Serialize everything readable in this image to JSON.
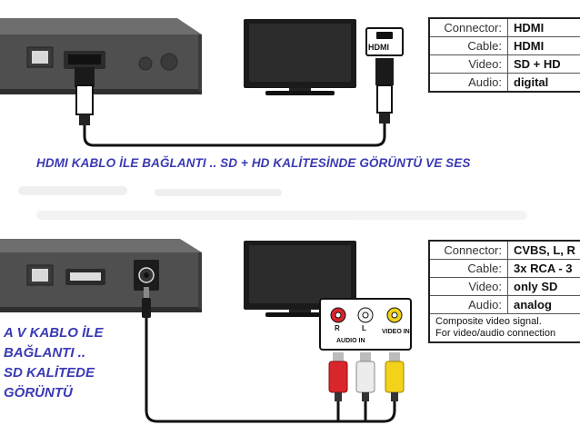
{
  "captions": {
    "hdmi": "HDMI KABLO İLE BAĞLANTI  .. SD + HD KALİTESİNDE GÖRÜNTÜ VE SES",
    "av_lines": [
      "A V  KABLO İLE",
      "BAĞLANTI ..",
      "SD  KALİTEDE",
      "GÖRÜNTÜ"
    ]
  },
  "hdmi_spec": {
    "rows": [
      {
        "key": "Connector:",
        "value": "HDMI"
      },
      {
        "key": "Cable:",
        "value": "HDMI"
      },
      {
        "key": "Video:",
        "value": "SD + HD"
      },
      {
        "key": "Audio:",
        "value": "digital"
      }
    ]
  },
  "av_spec": {
    "rows": [
      {
        "key": "Connector:",
        "value": "CVBS, L, R"
      },
      {
        "key": "Cable:",
        "value": "3x RCA - 3"
      },
      {
        "key": "Video:",
        "value": "only SD"
      },
      {
        "key": "Audio:",
        "value": "analog"
      }
    ],
    "notes": [
      "Composite video signal.",
      "For video/audio connection"
    ]
  },
  "tv_port_label": "HDMI",
  "av_jacks": {
    "labels": [
      "R",
      "L"
    ],
    "audio_in": "AUDIO IN",
    "video_in": "VIDEO IN"
  },
  "colors": {
    "caption": "#3a3ab4",
    "box": "#5e5e5e",
    "rca_red": "#d8262c",
    "rca_white": "#e8e8e8",
    "rca_yellow": "#f2d21a"
  }
}
